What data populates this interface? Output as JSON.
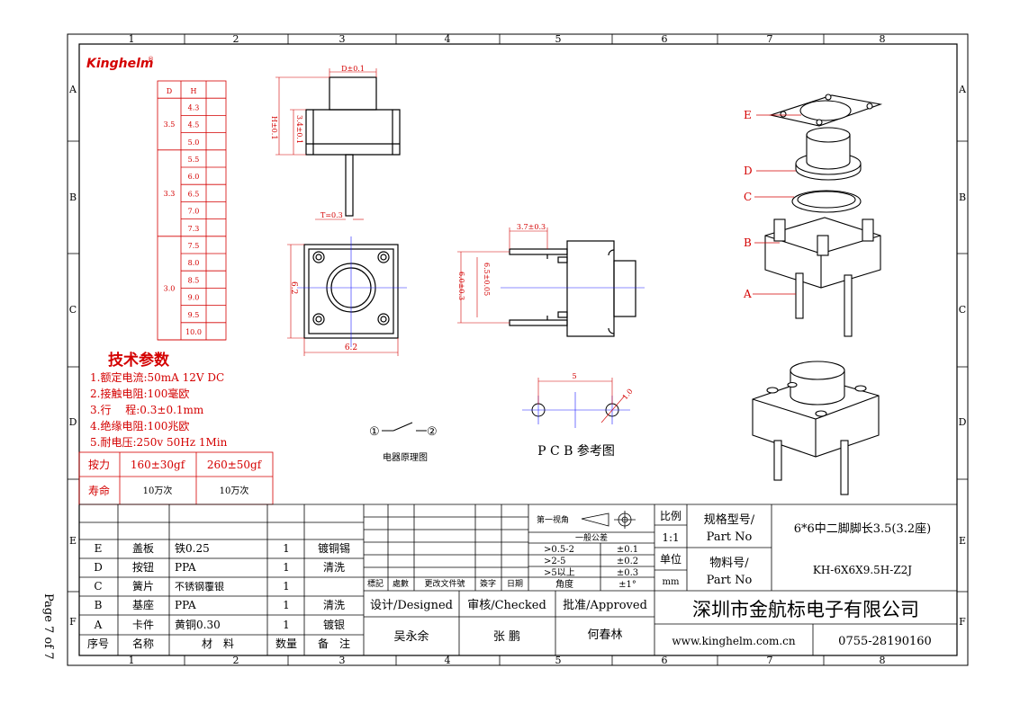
{
  "brand": {
    "logo": "Kinghelm",
    "reg_mark": "®"
  },
  "grid": {
    "cols": [
      "1",
      "2",
      "3",
      "4",
      "5",
      "6",
      "7",
      "8"
    ],
    "rows": [
      "A",
      "B",
      "C",
      "D",
      "E",
      "F"
    ]
  },
  "side_note": "Page 7 of 7",
  "height_table": {
    "headers": [
      "D",
      "H"
    ],
    "groups": [
      {
        "d": "3.5",
        "h": [
          "4.3",
          "4.5",
          "5.0"
        ]
      },
      {
        "d": "3.3",
        "h": [
          "5.5",
          "6.0",
          "6.5",
          "7.0",
          "7.3"
        ]
      },
      {
        "d": "3.0",
        "h": [
          "7.5",
          "8.0",
          "8.5",
          "9.0",
          "9.5",
          "10.0"
        ]
      }
    ]
  },
  "specs": {
    "title": "技术参数",
    "items": [
      "1.额定电流:50mA 12V DC",
      "2.接触电阻:100毫欧",
      "3.行　 程:0.3±0.1mm",
      "4.绝缘电阻:100兆欧",
      "5.耐电压:250v 50Hz 1Min"
    ]
  },
  "force_table": {
    "force_label": "按力",
    "force_values": [
      "160±30gf",
      "260±50gf"
    ],
    "life_label": "寿命",
    "life_values": [
      "10万次",
      "10万次"
    ]
  },
  "dims": {
    "top_d": "D±0.1",
    "h": "H±0.1",
    "d_height": "3.4±0.1",
    "t": "T=0.3",
    "side": "6.2",
    "bottom": "6.2",
    "pin_len": "3.7±0.3",
    "pitch_a": "6.0±0.3",
    "pitch_b": "6.5±0.05",
    "pcb_gap": "5",
    "pcb_hole": "1.0"
  },
  "labels": {
    "circuit": "电器原理图",
    "pcb": "P C B 参考图",
    "circuit_left": "①",
    "circuit_right": "②",
    "parts": [
      "E",
      "D",
      "C",
      "B",
      "A"
    ]
  },
  "bom": {
    "headers": [
      "序号",
      "名称",
      "材　料",
      "数量",
      "备　注"
    ],
    "rows": [
      {
        "no": "E",
        "name": "盖板",
        "material": "铁0.25",
        "qty": "1",
        "note": "镀铜锡"
      },
      {
        "no": "D",
        "name": "按钮",
        "material": "PPA",
        "qty": "1",
        "note": "清洗"
      },
      {
        "no": "C",
        "name": "簧片",
        "material": "不锈钢覆银",
        "qty": "1",
        "note": ""
      },
      {
        "no": "B",
        "name": "基座",
        "material": "PPA",
        "qty": "1",
        "note": "清洗"
      },
      {
        "no": "A",
        "name": "卡件",
        "material": "黄铜0.30",
        "qty": "1",
        "note": "镀银"
      }
    ]
  },
  "revision": {
    "cols": [
      "標記",
      "處數",
      "更改文件號",
      "簽字",
      "日期"
    ]
  },
  "tolerance": {
    "projection": "第一视角",
    "title": "一般公差",
    "rows": [
      {
        "range": ">0.5-2",
        "tol": "±0.1"
      },
      {
        "range": ">2-5",
        "tol": "±0.2"
      },
      {
        "range": ">5以上",
        "tol": "±0.3"
      },
      {
        "range": "角度",
        "tol": "±1°"
      }
    ]
  },
  "title_block": {
    "scale_label": "比例",
    "scale": "1:1",
    "unit_label": "单位",
    "unit": "mm",
    "model_label_cn": "规格型号/",
    "model_label_en": "Part No",
    "model": "6*6中二脚脚长3.5(3.2座)",
    "material_label_cn": "物料号/",
    "material_label_en": "Part No",
    "material_no": "KH-6X6X9.5H-Z2J",
    "designed_label": "设计/Designed",
    "designed": "吴永余",
    "checked_label": "审核/Checked",
    "checked": "张 鹏",
    "approved_label": "批准/Approved",
    "approved": "何春林",
    "company": "深圳市金航标电子有限公司",
    "website": "www.kinghelm.com.cn",
    "phone": "0755-28190160"
  },
  "colors": {
    "accent": "#d40000",
    "line": "#000000",
    "center": "#1a1aff"
  }
}
